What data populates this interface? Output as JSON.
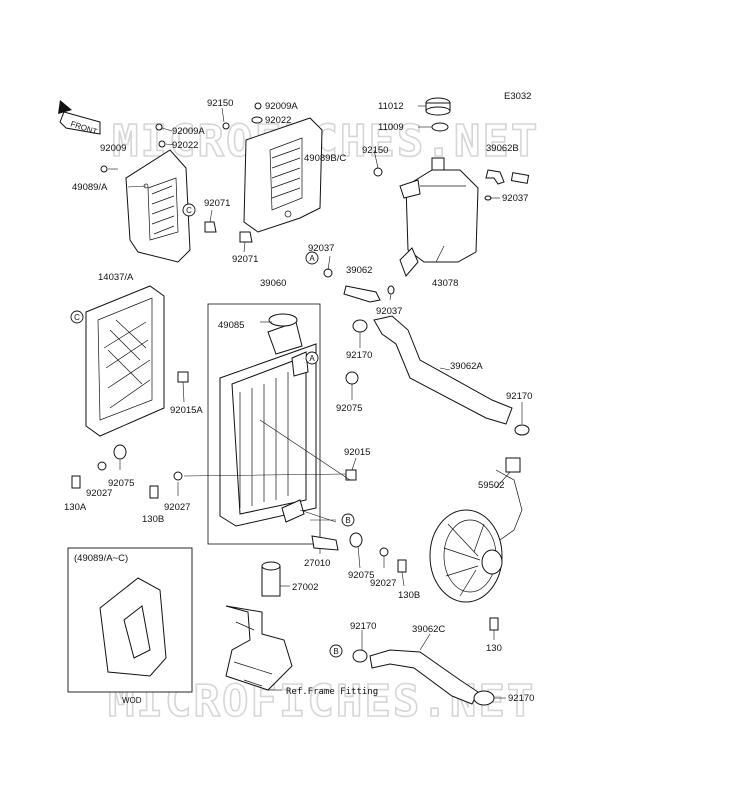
{
  "diagram": {
    "code": "E3032",
    "front_label": "FRONT",
    "watermark_top": "MICROFICHES.NET",
    "watermark_bottom": "MICROFICHES.NET",
    "inset_title": "(49089/A~C)",
    "inset_caption": "WOD",
    "ref_label": "Ref.Frame Fitting",
    "callouts": {
      "A": "A",
      "B": "B",
      "C": "C"
    },
    "parts": {
      "p11012": "11012",
      "p11009": "11009",
      "p92150a": "92150",
      "p92009a1": "92009A",
      "p92022a": "92022",
      "p92009a2": "92009A",
      "p92022b": "92022",
      "p92009": "92009",
      "p49089bc": "49089B/C",
      "p92150b": "92150",
      "p39062b": "39062B",
      "p92037a": "92037",
      "p49089a": "49089/A",
      "p92071a": "92071",
      "p92071b": "92071",
      "p92037b": "92037",
      "p39062": "39062",
      "p43078": "43078",
      "p14037a": "14037/A",
      "p39060": "39060",
      "p92037c": "92037",
      "p49085": "49085",
      "p92170a": "92170",
      "p39062a": "39062A",
      "p92015a": "92015A",
      "p92075a": "92075",
      "p92170b": "92170",
      "p92015": "92015",
      "p92075b": "92075",
      "p92027a": "92027",
      "p130a": "130A",
      "p92027b": "92027",
      "p130b1": "130B",
      "p59502": "59502",
      "p27010": "27010",
      "p92075c": "92075",
      "p92027c": "92027",
      "p130b2": "130B",
      "p27002": "27002",
      "p92170c": "92170",
      "p39062c": "39062C",
      "p130": "130",
      "p92170d": "92170"
    }
  }
}
